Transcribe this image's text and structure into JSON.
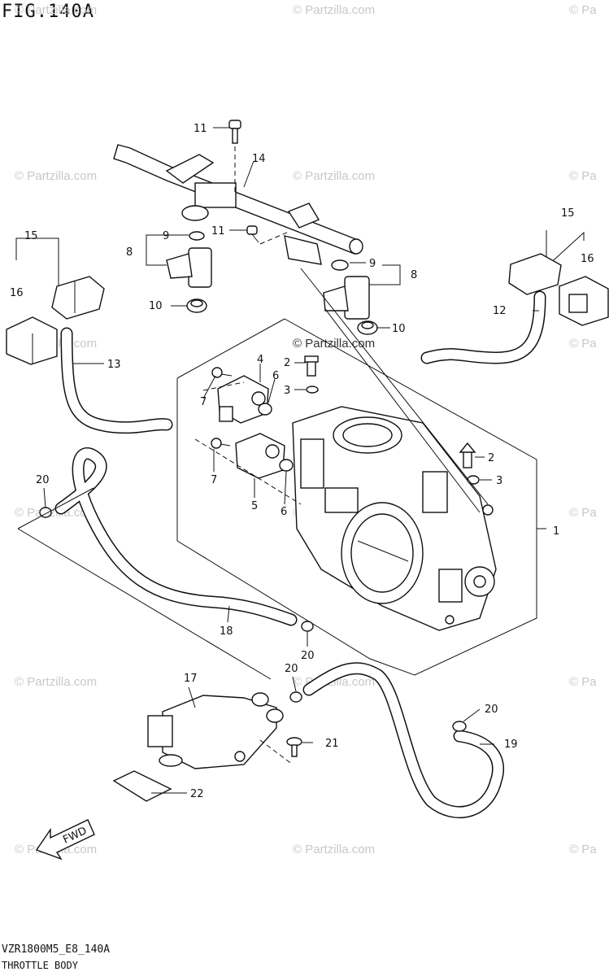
{
  "figure": {
    "title": "FIG.140A",
    "code": "VZR1800M5_E8_140A",
    "name": "THROTTLE BODY"
  },
  "watermark": "© Partzilla.com",
  "watermark_partial": "© Pa",
  "fwd_label": "FWD",
  "callouts": {
    "c1": "1",
    "c2a": "2",
    "c2b": "2",
    "c3a": "3",
    "c3b": "3",
    "c4": "4",
    "c5": "5",
    "c6a": "6",
    "c6b": "6",
    "c7a": "7",
    "c7b": "7",
    "c8a": "8",
    "c8b": "8",
    "c9a": "9",
    "c9b": "9",
    "c10a": "10",
    "c10b": "10",
    "c11a": "11",
    "c11b": "11",
    "c12": "12",
    "c13": "13",
    "c14": "14",
    "c15a": "15",
    "c15b": "15",
    "c16a": "16",
    "c16b": "16",
    "c17": "17",
    "c18": "18",
    "c19": "19",
    "c20a": "20",
    "c20b": "20",
    "c20c": "20",
    "c20d": "20",
    "c21": "21",
    "c22": "22"
  }
}
